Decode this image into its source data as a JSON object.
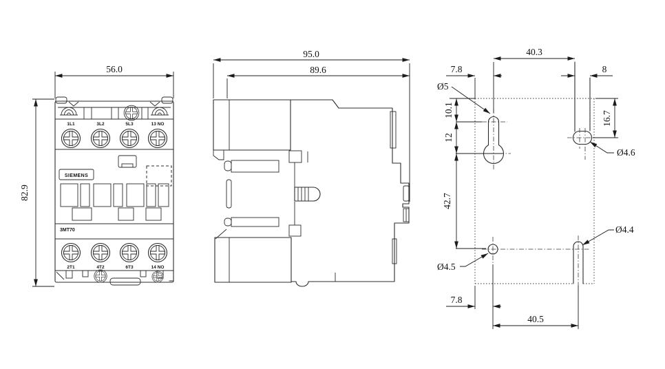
{
  "drawing": {
    "type": "contactor-dimension-drawing",
    "colors": {
      "line": "#2b2b2b",
      "background": "#ffffff"
    }
  },
  "front_view": {
    "width_dim": "56.0",
    "height_dim": "82.9",
    "brand": "SIEMENS",
    "model": "3MT70",
    "top_terminals": [
      "1L1",
      "3L2",
      "5L3",
      "13 NO"
    ],
    "bottom_terminals": [
      "2T1",
      "4T2",
      "6T3",
      "14 NO"
    ]
  },
  "side_view": {
    "overall_depth_dim": "95.0",
    "body_depth_dim": "89.6"
  },
  "drill_plan": {
    "top_span_dim": "40.3",
    "top_left_offset_dim": "7.8",
    "top_right_offset_dim": "8",
    "keyhole_dia": "Ø5",
    "keyhole_top_offset_dim": "10.1",
    "keyhole_stem_dim": "12",
    "right_slot_depth_dim": "16.7",
    "right_slot_dia": "Ø4.6",
    "vertical_span_dim": "42.7",
    "bottom_right_slot_dia": "Ø4.4",
    "bottom_left_hole_dia": "Ø4.5",
    "bottom_left_offset_dim": "7.8",
    "bottom_span_dim": "40.5"
  }
}
